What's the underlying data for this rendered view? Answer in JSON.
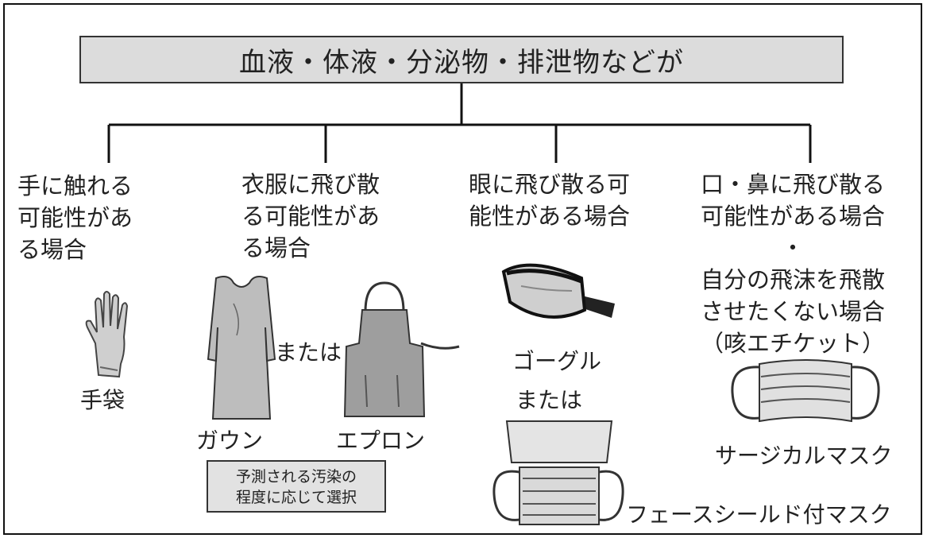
{
  "title": "血液・体液・分泌物・排泄物などが",
  "categories": [
    {
      "label": "手に触れる\n可能性があ\nる場合"
    },
    {
      "label": "衣服に飛び散\nる可能性があ\nる場合"
    },
    {
      "label": "眼に飛び散る可\n能性がある場合"
    },
    {
      "label": "口・鼻に飛び散る\n可能性がある場合\n・\n自分の飛沫を飛散\nさせたくない場合\n（咳エチケット）"
    }
  ],
  "items": {
    "gloves": "手袋",
    "gown": "ガウン",
    "or_1": "または",
    "apron": "エプロン",
    "goggles": "ゴーグル",
    "or_2": "または",
    "face_shield_mask": "フェースシールド付マスク",
    "surgical_mask": "サージカルマスク"
  },
  "note": "予測される汚染の\n程度に応じて選択"
}
